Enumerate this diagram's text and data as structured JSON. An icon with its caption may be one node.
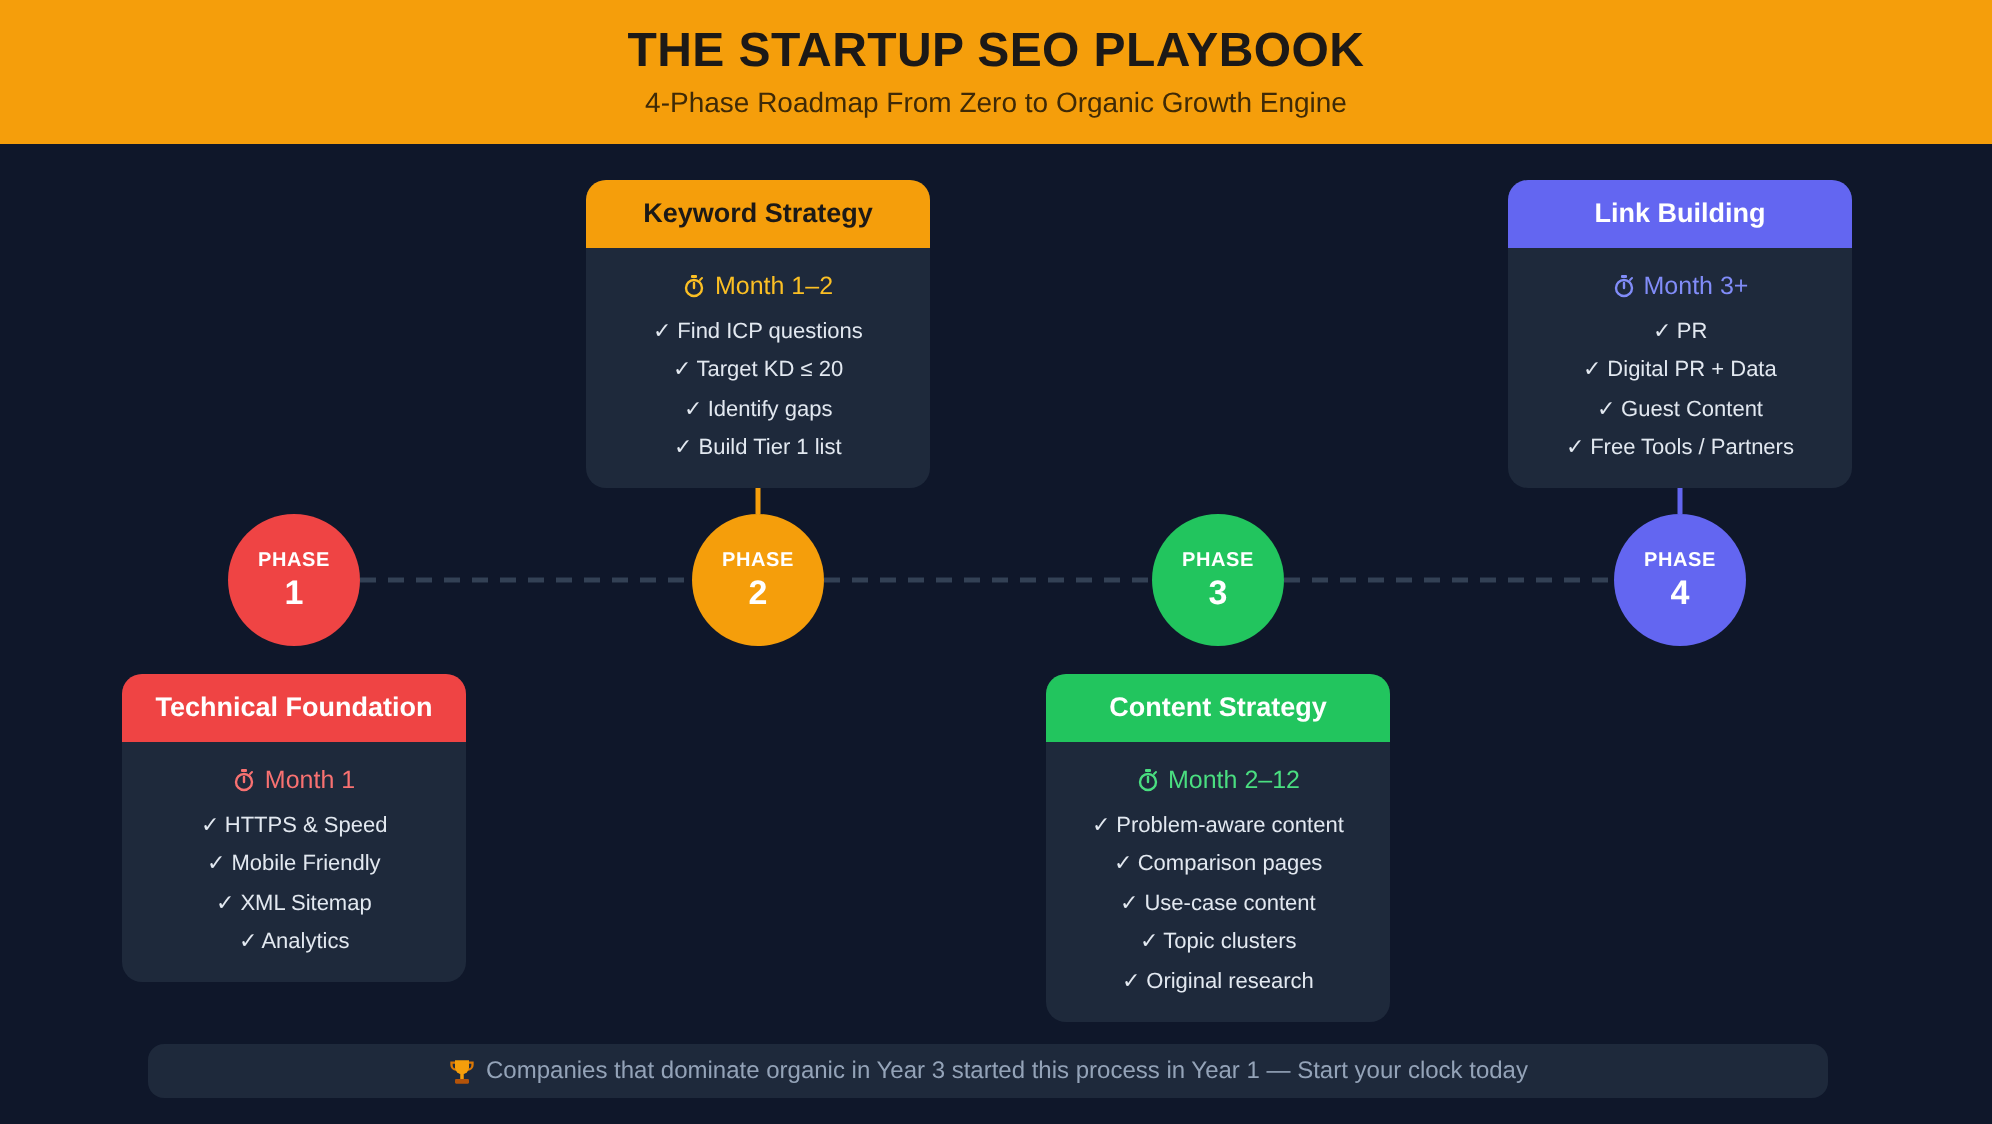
{
  "diagram": {
    "title": "THE STARTUP SEO PLAYBOOK",
    "caption": "Companies that dominate organic in Year 3 started this process in Year 1 — Start your clock today",
    "labels": [
      "4-Phase Roadmap From Zero to Organic Growth Engine"
    ],
    "nodes": [
      {
        "text": [
          "PHASE",
          "1"
        ]
      },
      {
        "text": [
          "Technical Foundation",
          "Month 1",
          "✓ HTTPS & Speed",
          "✓ Mobile Friendly",
          "✓ XML Sitemap",
          "✓ Analytics"
        ]
      },
      {
        "text": [
          "PHASE",
          "2"
        ]
      },
      {
        "text": [
          "Keyword Strategy",
          "Month 1–2",
          "✓ Find ICP questions",
          "✓ Target KD ≤ 20",
          "✓ Identify gaps",
          "✓ Build Tier 1 list"
        ]
      },
      {
        "text": [
          "PHASE",
          "3"
        ]
      },
      {
        "text": [
          "Content Strategy",
          "Month 2–12",
          "✓ Problem-aware content",
          "✓ Comparison pages",
          "✓ Use-case content",
          "✓ Topic clusters",
          "✓ Original research"
        ]
      },
      {
        "text": [
          "PHASE",
          "4"
        ]
      },
      {
        "text": [
          "Link Building",
          "Month 3+",
          "✓ PR",
          "✓ Digital PR + Data",
          "✓ Guest Content",
          "✓ Free Tools / Partners"
        ]
      }
    ],
    "edges": [
      {
        "from": 0,
        "to": 2,
        "arrow": "none",
        "style": "dashed"
      },
      {
        "from": 2,
        "to": 4,
        "arrow": "none",
        "style": "dashed"
      },
      {
        "from": 4,
        "to": 6,
        "arrow": "none",
        "style": "dashed"
      },
      {
        "from": 2,
        "to": 3,
        "arrow": "none",
        "color": "#f59e0b"
      },
      {
        "from": 6,
        "to": 7,
        "arrow": "none",
        "color": "#6366f1"
      }
    ]
  }
}
